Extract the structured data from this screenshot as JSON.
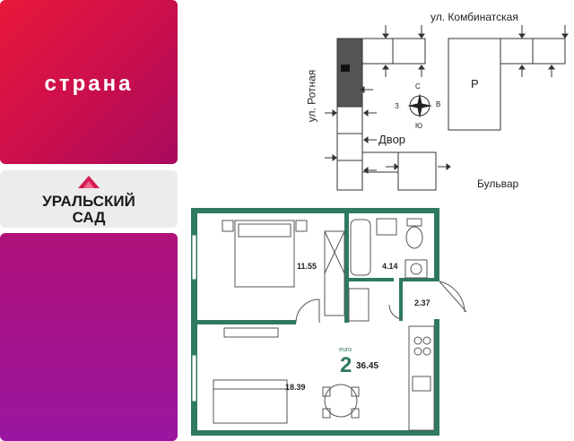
{
  "brand": {
    "logo_text": "страна",
    "brand_color": "#e41d3f",
    "project_name_line1": "УРАЛЬСКИЙ",
    "project_name_line2": "САД",
    "promo_color": "#a8158b"
  },
  "site_map": {
    "street_top": "ул. Комбинатская",
    "street_left": "ул. Ротная",
    "yard_label": "Двор",
    "boulevard_label": "Бульвар",
    "parking_label": "Р",
    "compass": {
      "n": "С",
      "s": "Ю",
      "w": "З",
      "e": "В"
    }
  },
  "floor_plan": {
    "wall_color": "#2f7a5e",
    "rooms": {
      "bedroom_area": "11.55",
      "bathroom_area": "4.14",
      "hall_area": "2.37",
      "kitchen_living_area": "18.39"
    },
    "unit": {
      "type_label": "euro",
      "rooms_count": "2",
      "total_area": "36.45"
    }
  }
}
